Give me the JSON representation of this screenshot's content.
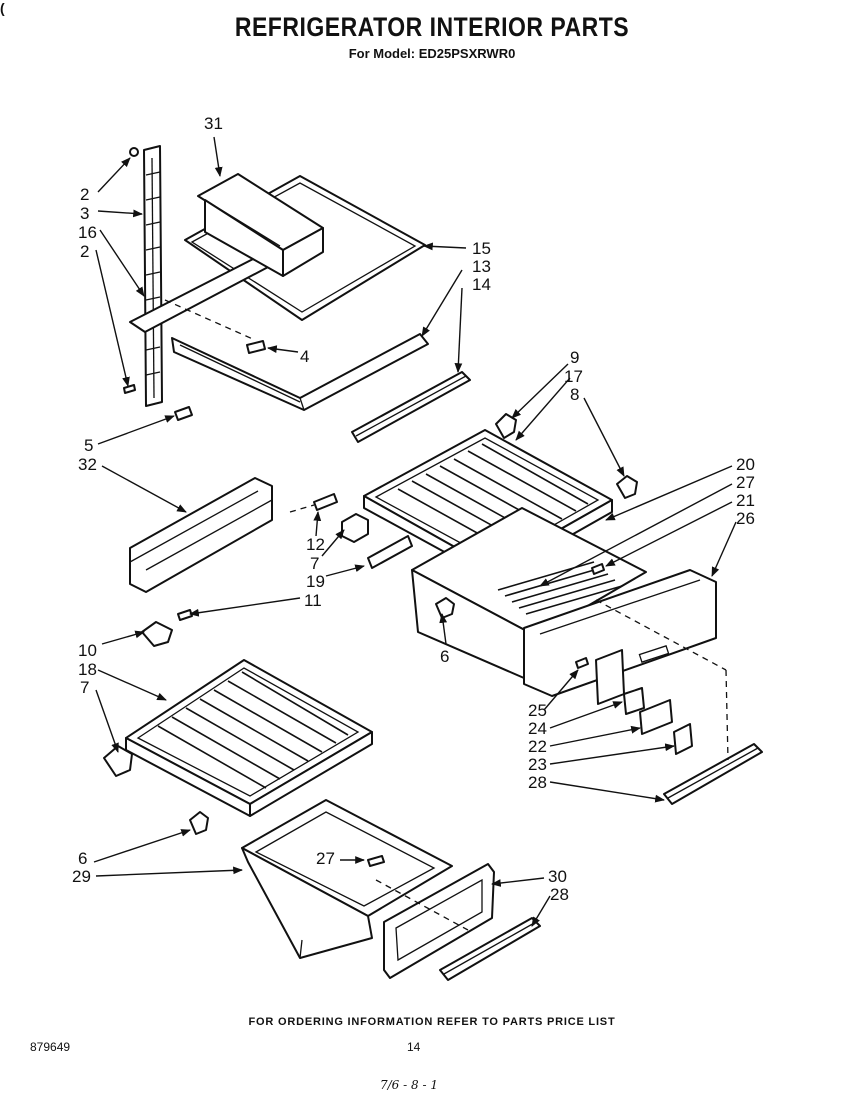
{
  "header": {
    "title": "REFRIGERATOR INTERIOR PARTS",
    "subtitle": "For Model: ED25PSXRWR0",
    "corner_mark": "("
  },
  "callouts": [
    {
      "id": "c31",
      "label": "31"
    },
    {
      "id": "c2a",
      "label": "2"
    },
    {
      "id": "c3",
      "label": "3"
    },
    {
      "id": "c16",
      "label": "16"
    },
    {
      "id": "c2b",
      "label": "2"
    },
    {
      "id": "c15",
      "label": "15"
    },
    {
      "id": "c13",
      "label": "13"
    },
    {
      "id": "c14",
      "label": "14"
    },
    {
      "id": "c4",
      "label": "4"
    },
    {
      "id": "c5",
      "label": "5"
    },
    {
      "id": "c32",
      "label": "32"
    },
    {
      "id": "c9",
      "label": "9"
    },
    {
      "id": "c17",
      "label": "17"
    },
    {
      "id": "c8",
      "label": "8"
    },
    {
      "id": "c20",
      "label": "20"
    },
    {
      "id": "c27a",
      "label": "27"
    },
    {
      "id": "c21",
      "label": "21"
    },
    {
      "id": "c26",
      "label": "26"
    },
    {
      "id": "c12",
      "label": "12"
    },
    {
      "id": "c7a",
      "label": "7"
    },
    {
      "id": "c19",
      "label": "19"
    },
    {
      "id": "c11",
      "label": "11"
    },
    {
      "id": "c10",
      "label": "10"
    },
    {
      "id": "c6a",
      "label": "6"
    },
    {
      "id": "c18",
      "label": "18"
    },
    {
      "id": "c7b",
      "label": "7"
    },
    {
      "id": "c25",
      "label": "25"
    },
    {
      "id": "c24",
      "label": "24"
    },
    {
      "id": "c22",
      "label": "22"
    },
    {
      "id": "c23",
      "label": "23"
    },
    {
      "id": "c28a",
      "label": "28"
    },
    {
      "id": "c6b",
      "label": "6"
    },
    {
      "id": "c29",
      "label": "29"
    },
    {
      "id": "c27b",
      "label": "27"
    },
    {
      "id": "c30",
      "label": "30"
    },
    {
      "id": "c28b",
      "label": "28"
    }
  ],
  "footer": {
    "ordering_note": "FOR ORDERING INFORMATION REFER TO PARTS PRICE LIST",
    "document_number": "879649",
    "page_number": "14",
    "handwritten_note": "7/6 - 8 - 1"
  }
}
